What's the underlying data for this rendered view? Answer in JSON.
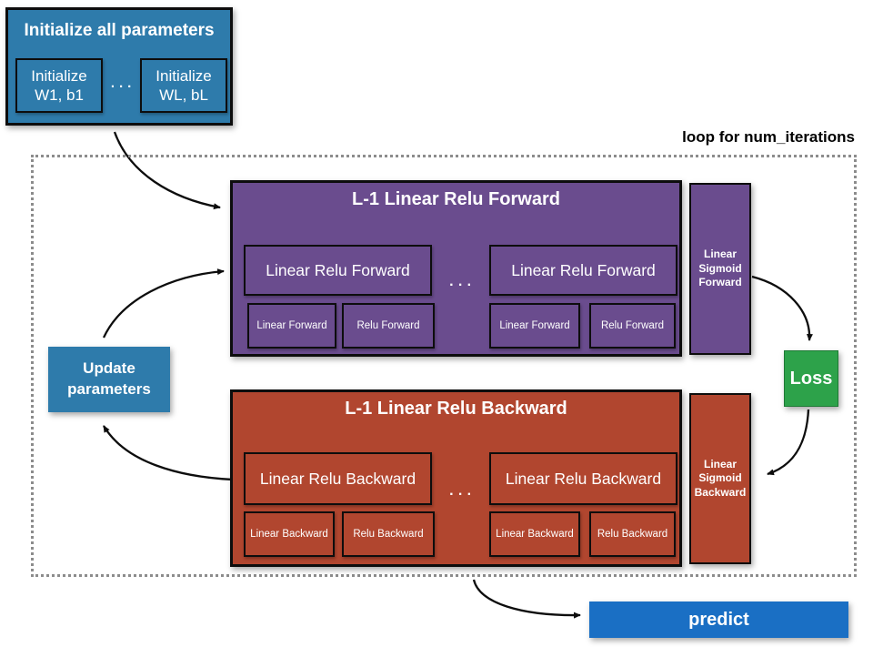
{
  "labels": {
    "loop": "loop for num_iterations"
  },
  "init_box": {
    "title": "Initialize all parameters",
    "item1": "Initialize\nW1, b1",
    "dots": "· · ·",
    "item2": "Initialize\nWL, bL"
  },
  "forward_box": {
    "title": "L-1 Linear Relu Forward",
    "dots": "· · ·",
    "group1": {
      "main": "Linear Relu Forward",
      "sub1": "Linear Forward",
      "sub2": "Relu Forward"
    },
    "group2": {
      "main": "Linear Relu Forward",
      "sub1": "Linear Forward",
      "sub2": "Relu Forward"
    }
  },
  "backward_box": {
    "title": "L-1 Linear Relu Backward",
    "dots": "· · ·",
    "group1": {
      "main": "Linear Relu Backward",
      "sub1": "Linear Backward",
      "sub2": "Relu Backward"
    },
    "group2": {
      "main": "Linear Relu Backward",
      "sub1": "Linear Backward",
      "sub2": "Relu Backward"
    }
  },
  "sigmoid_forward": "Linear\nSigmoid\nForward",
  "sigmoid_backward": "Linear\nSigmoid\nBackward",
  "loss": "Loss",
  "update": "Update\nparameters",
  "predict": "predict",
  "colors": {
    "steel_blue": "#2e7bab",
    "bright_blue": "#1a6fc4",
    "purple": "#6a4c8e",
    "red": "#b1462f",
    "green": "#2da24a",
    "border_black": "#0d0d0d",
    "dash_gray": "#8c8c8c"
  }
}
